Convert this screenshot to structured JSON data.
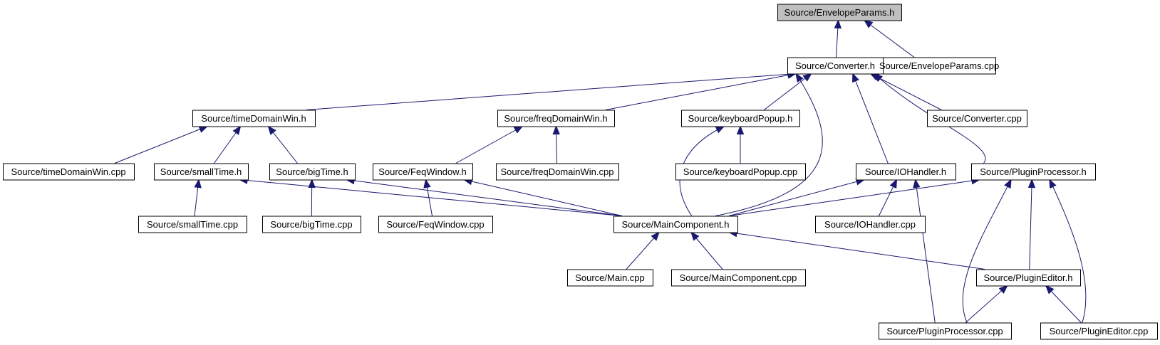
{
  "graph": {
    "nodes": [
      {
        "id": "envelope_h",
        "label": "Source/EnvelopeParams.h",
        "root": true
      },
      {
        "id": "converter_h",
        "label": "Source/Converter.h"
      },
      {
        "id": "envelope_cpp",
        "label": "Source/EnvelopeParams.cpp"
      },
      {
        "id": "timedomain_h",
        "label": "Source/timeDomainWin.h"
      },
      {
        "id": "freqdomain_h",
        "label": "Source/freqDomainWin.h"
      },
      {
        "id": "keyboard_h",
        "label": "Source/keyboardPopup.h"
      },
      {
        "id": "converter_cpp",
        "label": "Source/Converter.cpp"
      },
      {
        "id": "timedomain_cpp",
        "label": "Source/timeDomainWin.cpp"
      },
      {
        "id": "smalltime_h",
        "label": "Source/smallTime.h"
      },
      {
        "id": "bigtime_h",
        "label": "Source/bigTime.h"
      },
      {
        "id": "feqwindow_h",
        "label": "Source/FeqWindow.h"
      },
      {
        "id": "freqdomain_cpp",
        "label": "Source/freqDomainWin.cpp"
      },
      {
        "id": "keyboard_cpp",
        "label": "Source/keyboardPopup.cpp"
      },
      {
        "id": "iohandler_h",
        "label": "Source/IOHandler.h"
      },
      {
        "id": "pluginproc_h",
        "label": "Source/PluginProcessor.h"
      },
      {
        "id": "smalltime_cpp",
        "label": "Source/smallTime.cpp"
      },
      {
        "id": "bigtime_cpp",
        "label": "Source/bigTime.cpp"
      },
      {
        "id": "feqwindow_cpp",
        "label": "Source/FeqWindow.cpp"
      },
      {
        "id": "maincomp_h",
        "label": "Source/MainComponent.h"
      },
      {
        "id": "iohandler_cpp",
        "label": "Source/IOHandler.cpp"
      },
      {
        "id": "main_cpp",
        "label": "Source/Main.cpp"
      },
      {
        "id": "maincomp_cpp",
        "label": "Source/MainComponent.cpp"
      },
      {
        "id": "plugineditor_h",
        "label": "Source/PluginEditor.h"
      },
      {
        "id": "pluginproc_cpp",
        "label": "Source/PluginProcessor.cpp"
      },
      {
        "id": "plugineditor_cpp",
        "label": "Source/PluginEditor.cpp"
      }
    ],
    "edges": [
      {
        "from": "converter_h",
        "to": "envelope_h"
      },
      {
        "from": "envelope_cpp",
        "to": "envelope_h"
      },
      {
        "from": "timedomain_h",
        "to": "converter_h"
      },
      {
        "from": "freqdomain_h",
        "to": "converter_h"
      },
      {
        "from": "keyboard_h",
        "to": "converter_h"
      },
      {
        "from": "converter_cpp",
        "to": "converter_h"
      },
      {
        "from": "maincomp_h",
        "to": "converter_h"
      },
      {
        "from": "iohandler_h",
        "to": "converter_h"
      },
      {
        "from": "pluginproc_h",
        "to": "converter_h"
      },
      {
        "from": "timedomain_cpp",
        "to": "timedomain_h"
      },
      {
        "from": "smalltime_h",
        "to": "timedomain_h"
      },
      {
        "from": "bigtime_h",
        "to": "timedomain_h"
      },
      {
        "from": "feqwindow_h",
        "to": "freqdomain_h"
      },
      {
        "from": "freqdomain_cpp",
        "to": "freqdomain_h"
      },
      {
        "from": "keyboard_cpp",
        "to": "keyboard_h"
      },
      {
        "from": "maincomp_h",
        "to": "keyboard_h"
      },
      {
        "from": "smalltime_cpp",
        "to": "smalltime_h"
      },
      {
        "from": "maincomp_h",
        "to": "smalltime_h"
      },
      {
        "from": "bigtime_cpp",
        "to": "bigtime_h"
      },
      {
        "from": "maincomp_h",
        "to": "bigtime_h"
      },
      {
        "from": "feqwindow_cpp",
        "to": "feqwindow_h"
      },
      {
        "from": "maincomp_h",
        "to": "feqwindow_h"
      },
      {
        "from": "maincomp_h",
        "to": "iohandler_h"
      },
      {
        "from": "iohandler_cpp",
        "to": "iohandler_h"
      },
      {
        "from": "pluginproc_cpp",
        "to": "iohandler_h"
      },
      {
        "from": "maincomp_h",
        "to": "pluginproc_h"
      },
      {
        "from": "plugineditor_h",
        "to": "pluginproc_h"
      },
      {
        "from": "pluginproc_cpp",
        "to": "pluginproc_h"
      },
      {
        "from": "plugineditor_cpp",
        "to": "pluginproc_h"
      },
      {
        "from": "main_cpp",
        "to": "maincomp_h"
      },
      {
        "from": "maincomp_cpp",
        "to": "maincomp_h"
      },
      {
        "from": "plugineditor_h",
        "to": "maincomp_h"
      },
      {
        "from": "pluginproc_cpp",
        "to": "plugineditor_h"
      },
      {
        "from": "plugineditor_cpp",
        "to": "plugineditor_h"
      }
    ]
  },
  "colors": {
    "edge": "#191970",
    "node_border": "#000000",
    "node_fill": "#ffffff",
    "root_fill": "#bfbfbf"
  }
}
